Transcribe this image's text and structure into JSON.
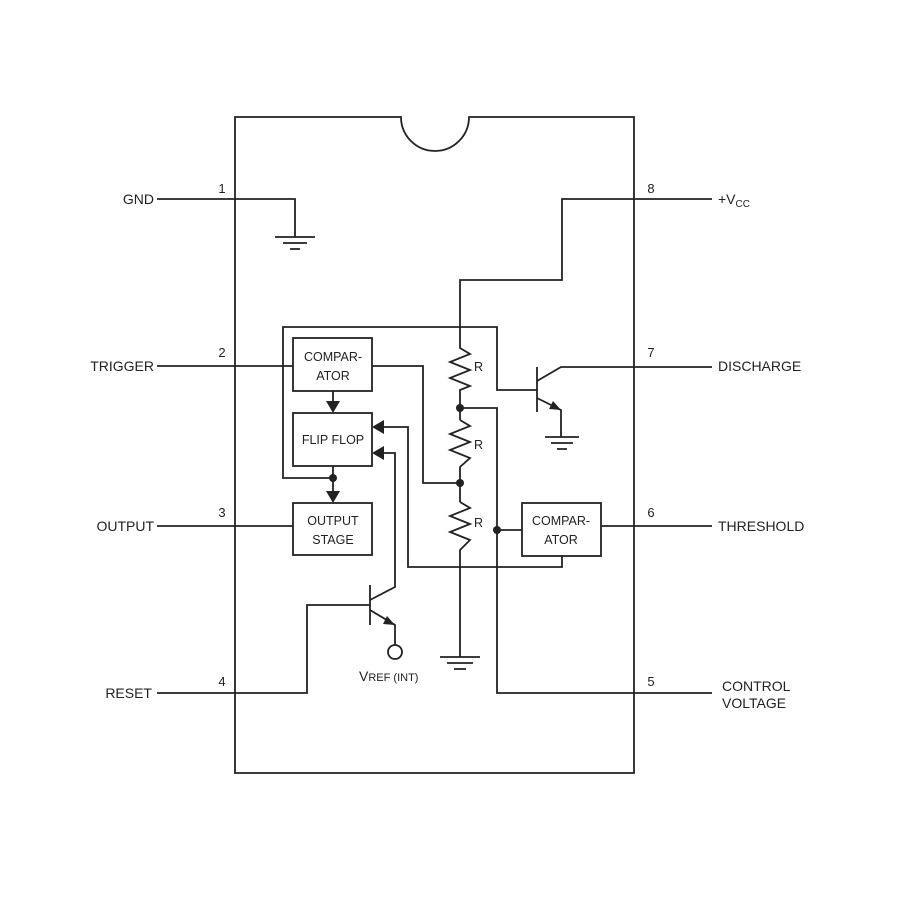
{
  "pins": [
    {
      "number": "1",
      "label": "GND"
    },
    {
      "number": "2",
      "label": "TRIGGER"
    },
    {
      "number": "3",
      "label": "OUTPUT"
    },
    {
      "number": "4",
      "label": "RESET"
    },
    {
      "number": "5",
      "label": "CONTROL",
      "label2": "VOLTAGE"
    },
    {
      "number": "6",
      "label": "THRESHOLD"
    },
    {
      "number": "7",
      "label": "DISCHARGE"
    },
    {
      "number": "8",
      "label": "+V",
      "sub": "CC"
    }
  ],
  "blocks": {
    "comparator_top": [
      "COMPAR-",
      "ATOR"
    ],
    "flip_flop": "FLIP FLOP",
    "output_stage": [
      "OUTPUT",
      "STAGE"
    ],
    "comparator_right": [
      "COMPAR-",
      "ATOR"
    ]
  },
  "resistors": [
    "R",
    "R",
    "R"
  ],
  "vref": {
    "v": "V",
    "rest": "REF (INT)"
  }
}
